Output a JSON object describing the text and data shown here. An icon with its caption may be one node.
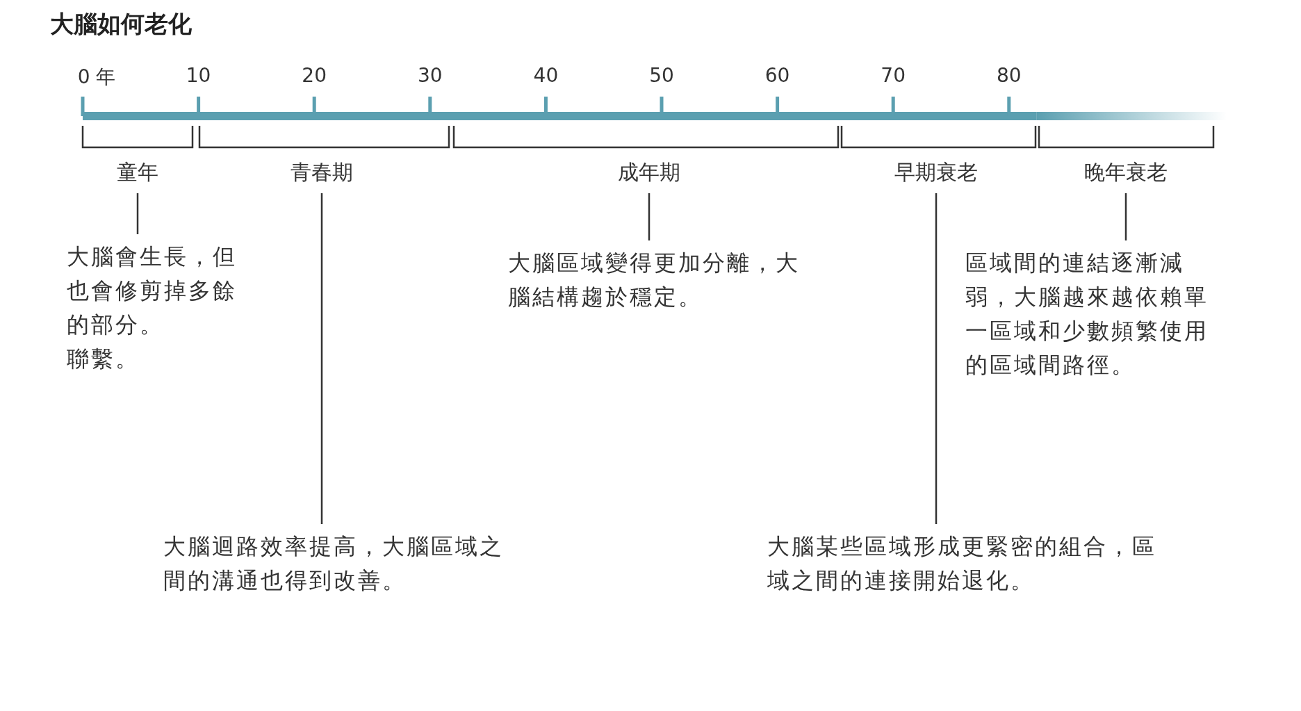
{
  "diagram": {
    "title": "大腦如何老化",
    "nodes": [
      {
        "text": [
          "童年"
        ]
      },
      {
        "text": [
          "青春期"
        ]
      },
      {
        "text": [
          "成年期"
        ]
      },
      {
        "text": [
          "早期衰老"
        ]
      },
      {
        "text": [
          "晚年衰老"
        ]
      },
      {
        "text": [
          "大腦會生長，但也會修剪掉多餘的部分。",
          "聯繫。"
        ]
      },
      {
        "text": [
          "大腦迴路效率提高，大腦區域之間的溝通也得到改善。"
        ]
      },
      {
        "text": [
          "大腦區域變得更加分離，大腦結構趨於穩定。"
        ]
      },
      {
        "text": [
          "大腦某些區域形成更緊密的組合，區域之間的連接開始退化。"
        ]
      },
      {
        "text": [
          "區域間的連結逐漸減弱，大腦越來越依賴單一區域和少數頻繁使用的區域間路徑。"
        ]
      }
    ],
    "edges": [
      {
        "from": 0,
        "to": 5,
        "arrow": "none"
      },
      {
        "from": 1,
        "to": 6,
        "arrow": "none"
      },
      {
        "from": 2,
        "to": 7,
        "arrow": "none"
      },
      {
        "from": 3,
        "to": 8,
        "arrow": "none"
      },
      {
        "from": 4,
        "to": 9,
        "arrow": "none"
      }
    ],
    "labels": [
      "0 年",
      "10",
      "20",
      "30",
      "40",
      "50",
      "60",
      "70",
      "80"
    ]
  }
}
